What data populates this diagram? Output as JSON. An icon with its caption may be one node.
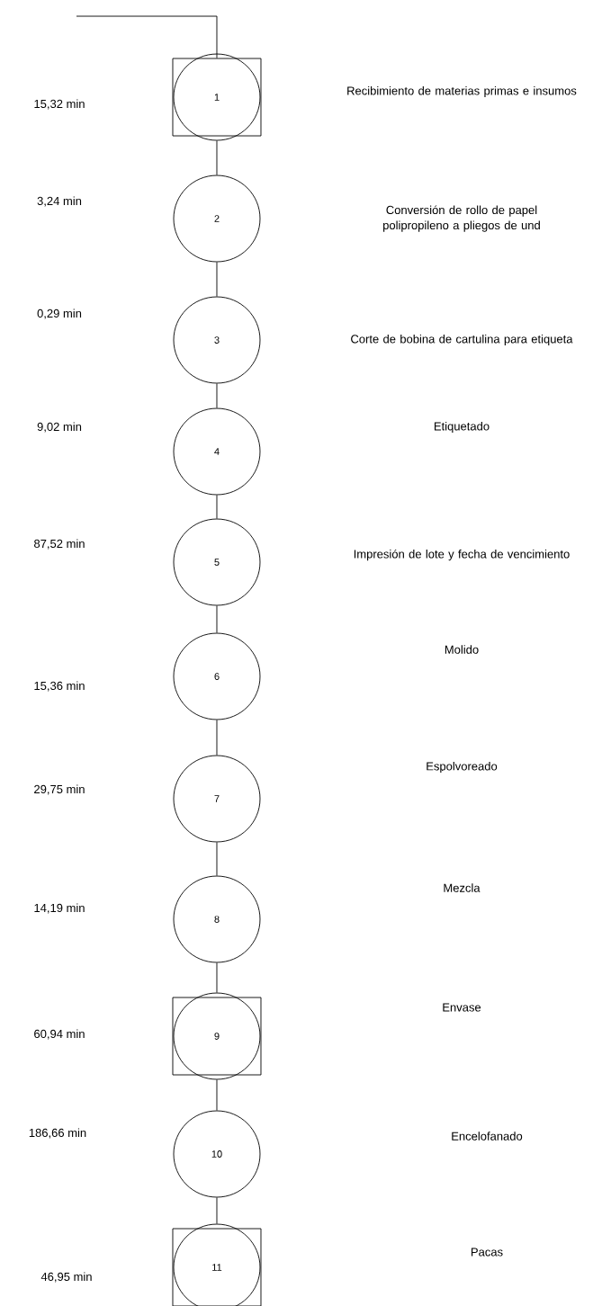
{
  "diagram": {
    "nodes": [
      {
        "text": [],
        "shape": "box"
      },
      {
        "text": [
          "1"
        ],
        "in": 0
      },
      {
        "text": [
          "2"
        ]
      },
      {
        "text": [
          "3"
        ]
      },
      {
        "text": [
          "4"
        ]
      },
      {
        "text": [
          "5"
        ]
      },
      {
        "text": [
          "6"
        ]
      },
      {
        "text": [
          "7"
        ]
      },
      {
        "text": [
          "8"
        ]
      },
      {
        "text": [],
        "shape": "box"
      },
      {
        "text": [
          "9"
        ],
        "in": 9
      },
      {
        "text": [
          "10"
        ]
      },
      {
        "text": [],
        "shape": "box"
      },
      {
        "text": [
          "11"
        ],
        "in": 12
      }
    ],
    "edges": [
      {
        "from": null,
        "to": 0,
        "arrow": "none"
      },
      {
        "from": 1,
        "to": 2,
        "arrow": "none"
      },
      {
        "from": 2,
        "to": 3,
        "arrow": "none"
      },
      {
        "from": 3,
        "to": 4,
        "arrow": "none"
      },
      {
        "from": 4,
        "to": 5,
        "arrow": "none"
      },
      {
        "from": 5,
        "to": 6,
        "arrow": "none"
      },
      {
        "from": 6,
        "to": 7,
        "arrow": "none"
      },
      {
        "from": 7,
        "to": 8,
        "arrow": "none"
      },
      {
        "from": 8,
        "to": 10,
        "arrow": "none"
      },
      {
        "from": 10,
        "to": 11,
        "arrow": "none"
      },
      {
        "from": 11,
        "to": 13,
        "arrow": "none"
      }
    ],
    "labels": [
      "Recibimiento de materias primas e insumos",
      "15,32 min",
      "3,24 min",
      "Conversión de rollo de papel polipropileno a pliegos de und",
      "0,29 min",
      "Corte de bobina de cartulina para etiqueta",
      "9,02 min",
      "Etiquetado",
      "87,52 min",
      "Impresión de lote y fecha de vencimiento",
      "Molido",
      "15,36 min",
      "29,75 min",
      "Espolvoreado",
      "14,19 min",
      "Mezcla",
      "60,94 min",
      "Envase",
      "186,66 min",
      "Encelofanado",
      "Pacas",
      "46,95 min"
    ]
  }
}
